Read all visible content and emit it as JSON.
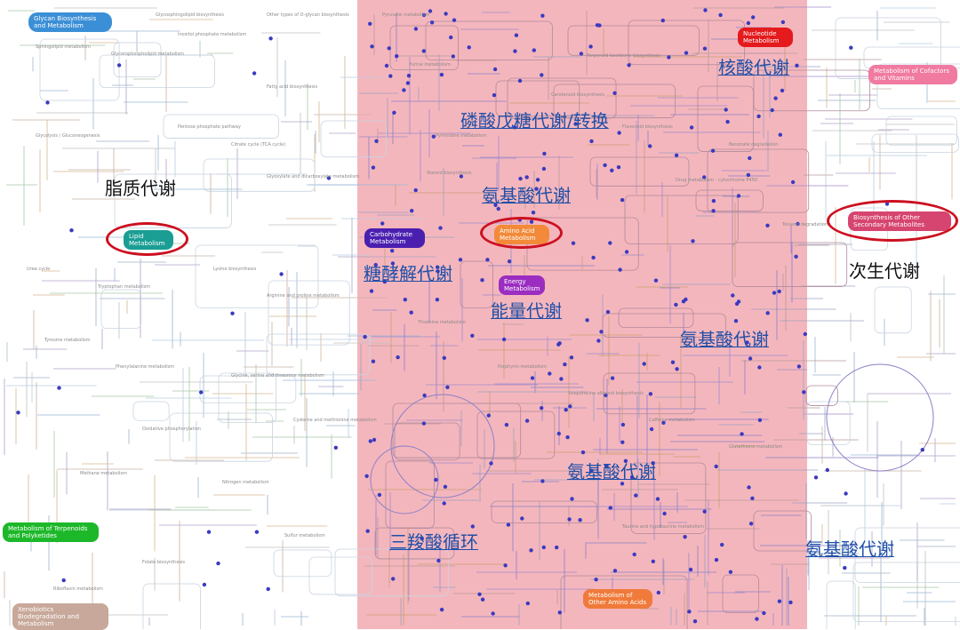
{
  "colors": {
    "highlight_band": "#f3aeb6",
    "annotation_blue": "#1f4fa8",
    "annotation_black": "#111111",
    "circle_red": "#cc1020",
    "glycan": "#3b8fd6",
    "nucleotide": "#e41a1c",
    "cofactors": "#f07aa0",
    "secondary": "#d6456f",
    "lipid": "#1a9e94",
    "carbohydrate": "#4a1fb0",
    "amino_acid": "#f28a3a",
    "energy": "#9b2dc0",
    "terpenoids": "#1db82a",
    "xenobiotics": "#c8a89a",
    "other_amino": "#f07a3a"
  },
  "map_labels": {
    "glycan": "Glycan Biosynthesis and Metabolism",
    "nucleotide": "Nucleotide Metabolism",
    "cofactors": "Metabolism of Cofactors and Vitamins",
    "secondary": "Biosynthesis of Other Secondary Metabolites",
    "lipid": "Lipid Metabolism",
    "carbohydrate": "Carbohydrate Metabolism",
    "amino_acid": "Amino Acid Metabolism",
    "energy": "Energy Metabolism",
    "terpenoids": "Metabolism of Terpenoids and Polyketides",
    "xenobiotics": "Xenobiotics Biodegradation and Metabolism",
    "other_amino": "Metabolism of Other Amino Acids"
  },
  "annotations": {
    "lipid": "脂质代谢",
    "nucleotide": "核酸代谢",
    "pentose": "磷酸戊糖代谢/转换",
    "amino_top": "氨基酸代谢",
    "glycolysis": "糖酵解代谢",
    "energy": "能量代谢",
    "secondary": "次生代谢",
    "amino_right": "氨基酸代谢",
    "amino_bottom": "氨基酸代谢",
    "tca": "三羧酸循环",
    "amino_far_right": "氨基酸代谢"
  },
  "small_labels": [
    "Glycosphingolipid biosynthesis",
    "Other types of O-glycan biosynthesis",
    "Inositol phosphate metabolism",
    "Glycerophospholipid metabolism",
    "Sphingolipid metabolism",
    "Fatty acid biosynthesis",
    "Pentose phosphate pathway",
    "Glycolysis / Gluconeogenesis",
    "Citrate cycle (TCA cycle)",
    "Glyoxylate and dicarboxylate metabolism",
    "Pyruvate metabolism",
    "Purine metabolism",
    "Pyrimidine metabolism",
    "Steroid biosynthesis",
    "Terpenoid backbone biosynthesis",
    "Carotenoid biosynthesis",
    "Flavonoid biosynthesis",
    "Drug metabolism - cytochrome P450",
    "Benzoate degradation",
    "Toluene degradation",
    "Urea cycle",
    "Tryptophan metabolism",
    "Lysine biosynthesis",
    "Arginine and proline metabolism",
    "Tyrosine metabolism",
    "Phenylalanine metabolism",
    "Glycine, serine and threonine metabolism",
    "Cysteine and methionine metabolism",
    "Oxidative phosphorylation",
    "Methane metabolism",
    "Nitrogen metabolism",
    "Sulfur metabolism",
    "Folate biosynthesis",
    "Riboflavin metabolism",
    "Thiamine metabolism",
    "Porphyrin metabolism",
    "Isoquinoline alkaloid biosynthesis",
    "Caffeine metabolism",
    "Glutathione metabolism",
    "Taurine and hypotaurine metabolism"
  ]
}
